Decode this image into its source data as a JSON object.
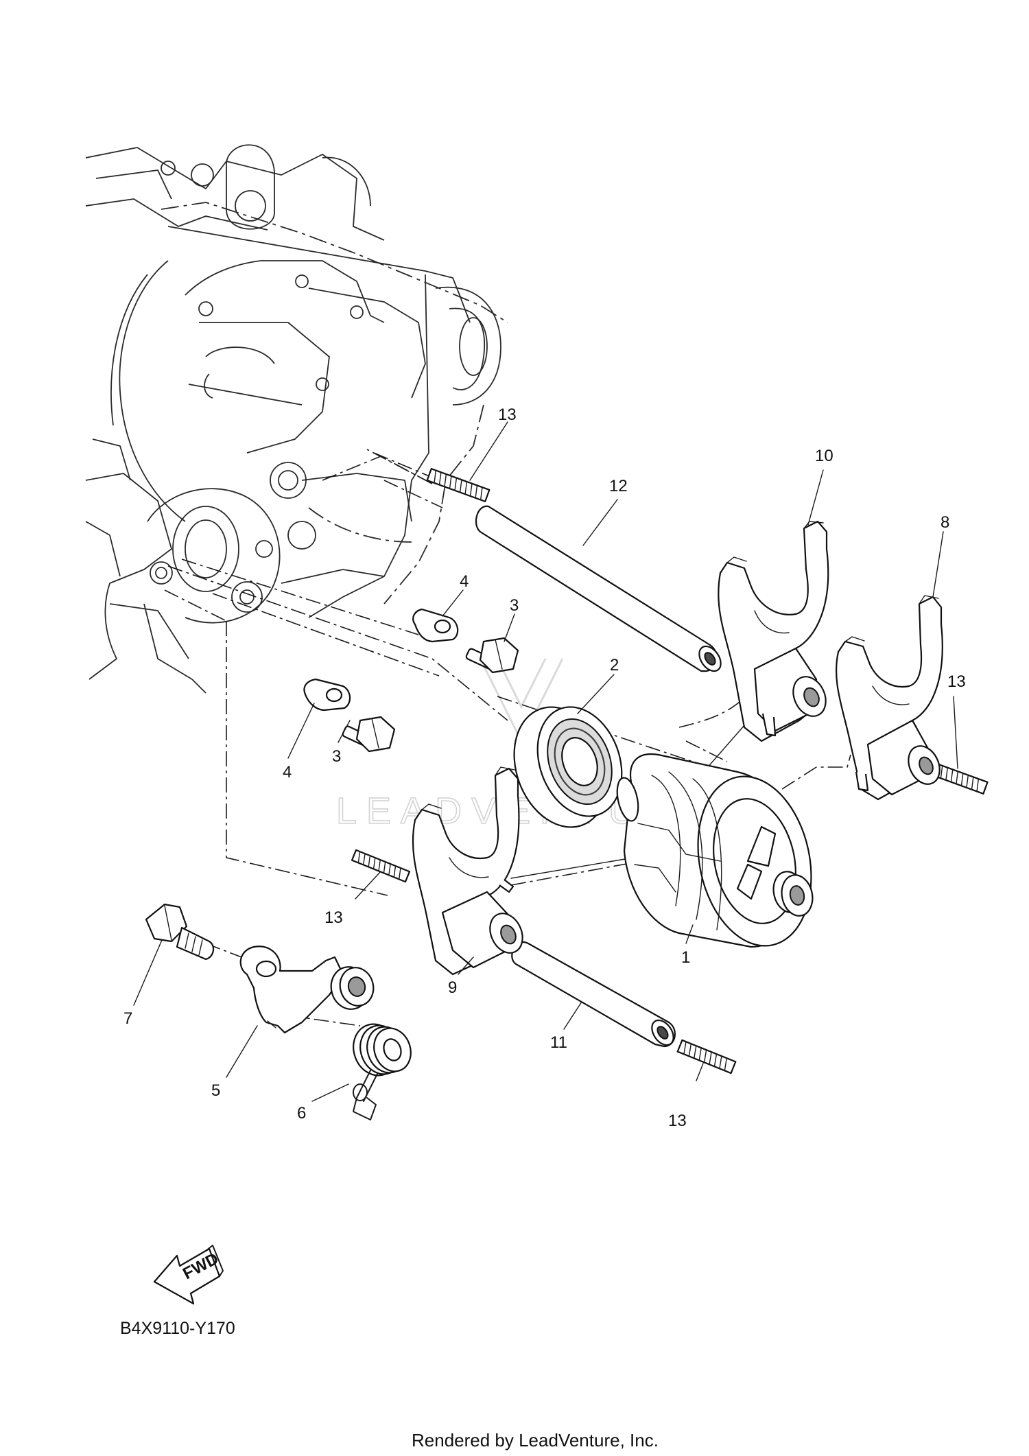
{
  "callouts": [
    {
      "id": "1",
      "text": "1"
    },
    {
      "id": "2",
      "text": "2"
    },
    {
      "id": "3a",
      "text": "3"
    },
    {
      "id": "3b",
      "text": "3"
    },
    {
      "id": "4a",
      "text": "4"
    },
    {
      "id": "4b",
      "text": "4"
    },
    {
      "id": "5",
      "text": "5"
    },
    {
      "id": "6",
      "text": "6"
    },
    {
      "id": "7",
      "text": "7"
    },
    {
      "id": "8",
      "text": "8"
    },
    {
      "id": "9",
      "text": "9"
    },
    {
      "id": "10",
      "text": "10"
    },
    {
      "id": "11",
      "text": "11"
    },
    {
      "id": "12",
      "text": "12"
    },
    {
      "id": "13a",
      "text": "13"
    },
    {
      "id": "13b",
      "text": "13"
    },
    {
      "id": "13c",
      "text": "13"
    },
    {
      "id": "13d",
      "text": "13"
    }
  ],
  "fwd_label": "FWD",
  "diagram_code": "B4X9110-Y170",
  "watermark_text": "LEADVENTURE",
  "footer_text": "Rendered by LeadVenture, Inc."
}
